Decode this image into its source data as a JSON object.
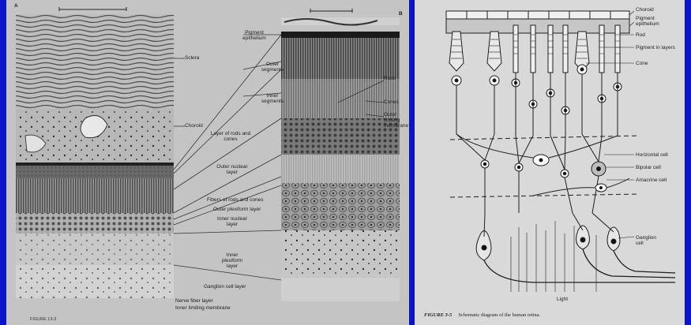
{
  "left_figure": {
    "panel_a": "A",
    "panel_b": "B",
    "figure_number": "FIGURE 13-3",
    "labels_a": {
      "sclera": "Sclera",
      "choroid": "Choroid",
      "nerve_fiber_layer": "Nerve fiber layer",
      "inner_limiting_membrane": "Inner limiting membrane"
    },
    "labels_b": {
      "pigment_epithelium": "Pigment epithelium",
      "outer_segments": "Outer segments",
      "inner_segments": "Inner segments",
      "rods": "Rods",
      "cones": "Cones",
      "outer_limiting_membrane": "Outer limiting membrane"
    },
    "layers": {
      "rods_and_cones": "Layer of rods and cones",
      "outer_nuclear": "Outer nuclear layer",
      "fibers_rods_cones": "Fibers of rods and cones",
      "outer_plexiform": "Outer plexiform layer",
      "inner_nuclear": "Inner nuclear layer",
      "inner_plexiform": "Inner plexiform layer",
      "ganglion_cell": "Ganglion cell layer"
    }
  },
  "right_figure": {
    "labels": {
      "choroid": "Choroid",
      "pigment_epithelium": "Pigment epithelium",
      "rod": "Rod",
      "pigment_in_layers": "Pigment in layers",
      "cone": "Cone",
      "horizontal_cell": "Horizontal cell",
      "bipolar_cell": "Bipolar cell",
      "amacrine_cell": "Amacrine cell",
      "ganglion_cell": "Ganglion cell",
      "light": "Light"
    },
    "caption_number": "FIGURE 3-5",
    "caption_text": "Schematic diagram of the human retina."
  }
}
